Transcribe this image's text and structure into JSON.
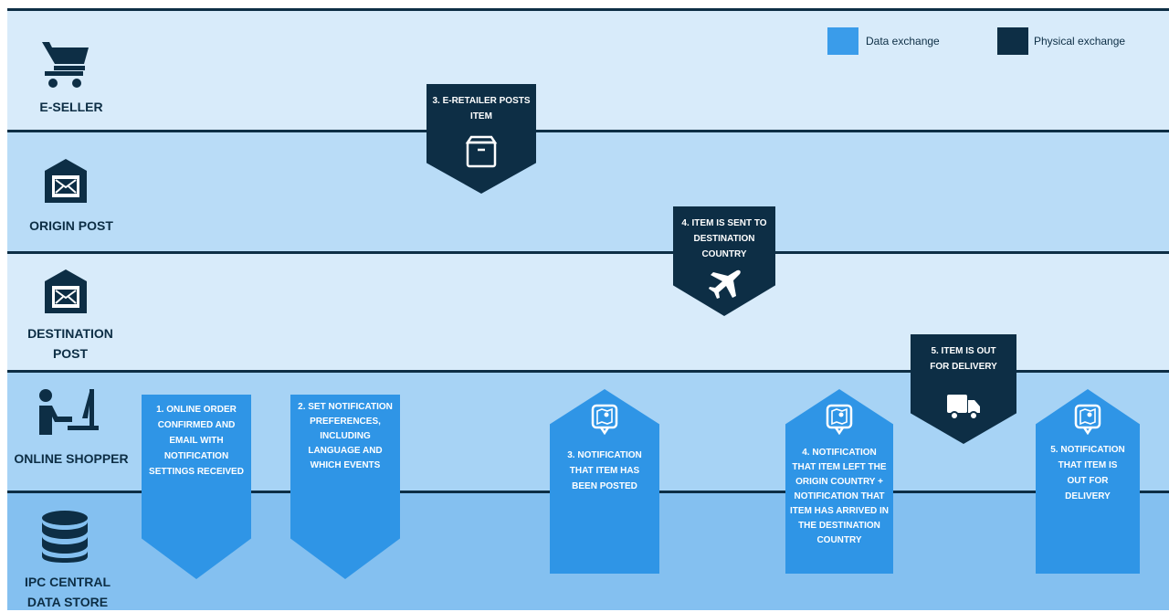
{
  "legend": {
    "data": {
      "label": "Data exchange",
      "color": "#3a9cea"
    },
    "physical": {
      "label": "Physical exchange",
      "color": "#0d2e45"
    }
  },
  "lanes": [
    {
      "label": "E-SELLER",
      "icon": "cart-icon",
      "color": "#d8ebfa"
    },
    {
      "label": "ORIGIN POST",
      "icon": "post-office-icon",
      "color": "#b9dcf7"
    },
    {
      "label": "DESTINATION POST",
      "icon": "post-office-icon",
      "color": "#d8ebfa"
    },
    {
      "label": "ONLINE SHOPPER",
      "icon": "shopper-at-computer-icon",
      "color": "#a7d3f5"
    },
    {
      "label": "IPC CENTRAL DATA STORE",
      "icon": "database-icon",
      "color": "#84c0f0"
    }
  ],
  "steps": {
    "s1": {
      "text": "1. ONLINE ORDER CONFIRMED AND EMAIL WITH NOTIFICATION SETTINGS RECEIVED",
      "kind": "data"
    },
    "s2": {
      "text": "2. SET NOTIFICATION PREFERENCES, INCLUDING LANGUAGE AND WHICH EVENTS",
      "kind": "data"
    },
    "s3p": {
      "text": "3.  E-RETAILER POSTS ITEM",
      "kind": "physical",
      "icon": "package-icon"
    },
    "s3n": {
      "text": "3.  NOTIFICATION THAT ITEM HAS BEEN POSTED",
      "kind": "data",
      "icon": "map-pin-icon"
    },
    "s4p": {
      "text": "4. ITEM IS SENT TO DESTINATION COUNTRY",
      "kind": "physical",
      "icon": "airplane-icon"
    },
    "s4n": {
      "text": "4.  NOTIFICATION THAT ITEM LEFT THE ORIGIN COUNTRY + NOTIFICATION THAT ITEM HAS ARRIVED IN THE DESTINATION COUNTRY",
      "kind": "data",
      "icon": "map-pin-icon"
    },
    "s5p": {
      "text": "5.  ITEM IS OUT FOR DELIVERY",
      "kind": "physical",
      "icon": "truck-icon"
    },
    "s5n": {
      "text": "5.  NOTIFICATION THAT ITEM IS OUT FOR DELIVERY",
      "kind": "data",
      "icon": "map-pin-icon"
    }
  }
}
